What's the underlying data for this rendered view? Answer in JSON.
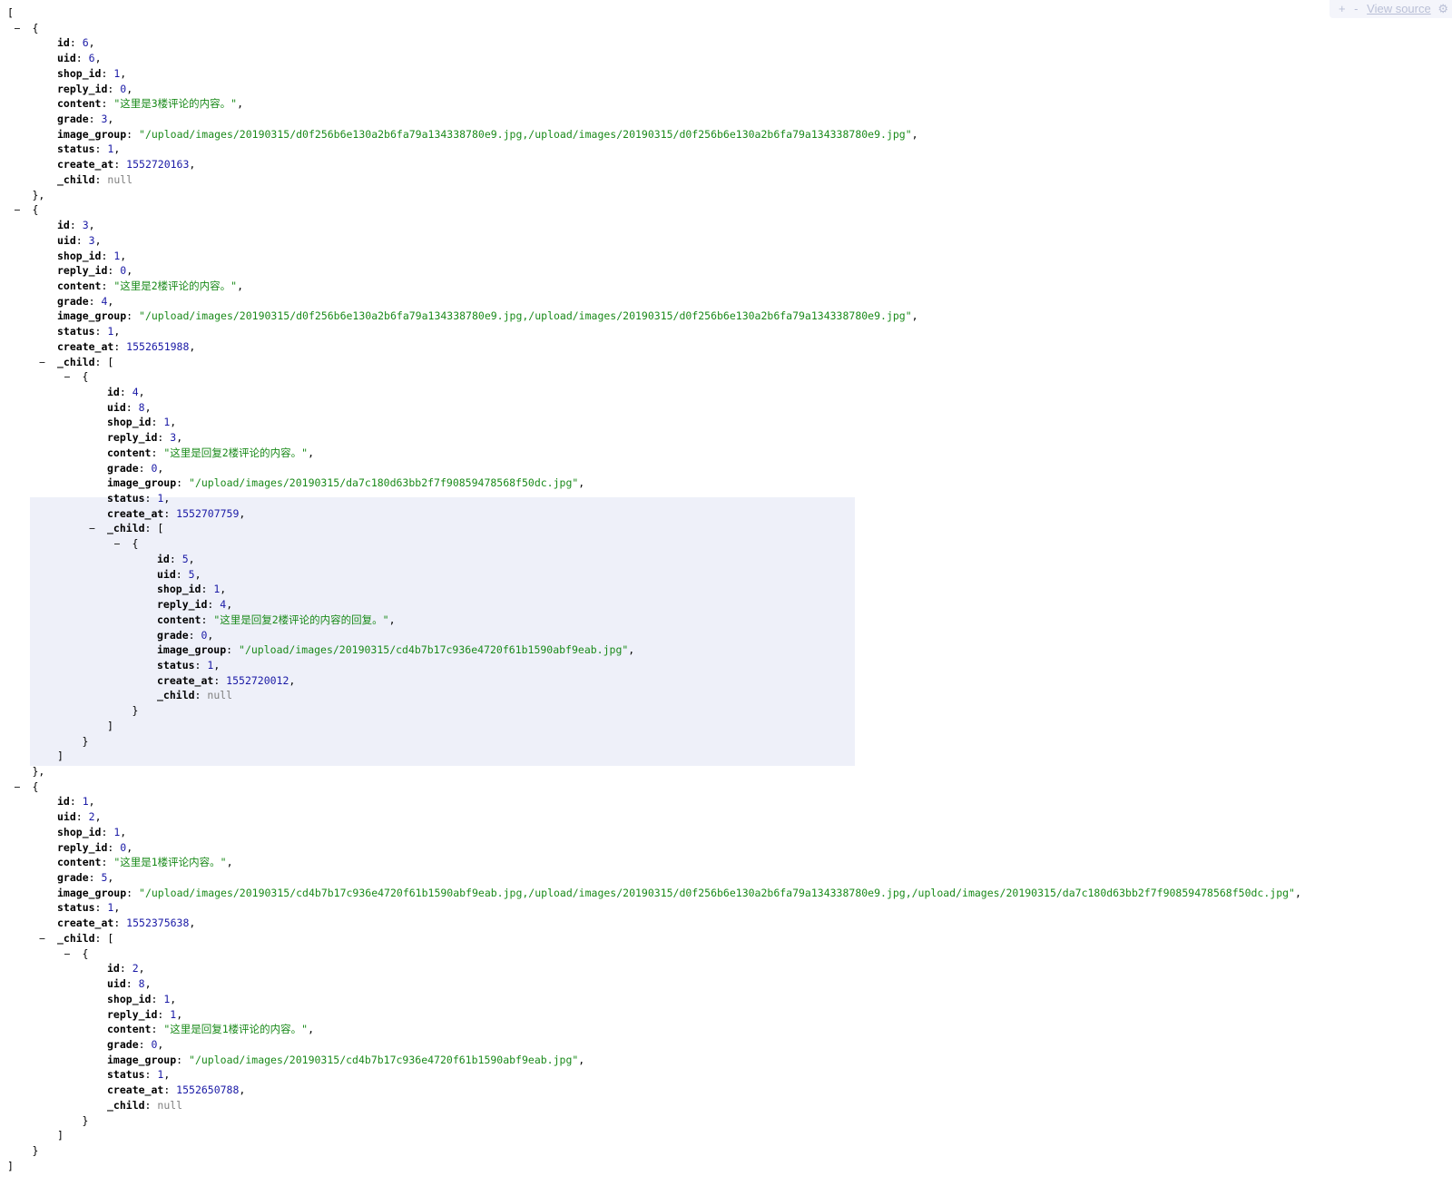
{
  "toolbar": {
    "expand_label": "+",
    "collapse_label": "-",
    "view_source_label": "View source",
    "settings_icon": "gear-icon"
  },
  "colors": {
    "key": "#000000",
    "number": "#1a1aa6",
    "string": "#1a8a1a",
    "null": "#808080",
    "highlight": "#eef0f9",
    "toolbar_text": "#b9bfd6"
  },
  "json_tree": [
    {
      "id": 6,
      "uid": 6,
      "shop_id": 1,
      "reply_id": 0,
      "content": "这里是3楼评论的内容。",
      "grade": 3,
      "image_group": "/upload/images/20190315/d0f256b6e130a2b6fa79a134338780e9.jpg,/upload/images/20190315/d0f256b6e130a2b6fa79a134338780e9.jpg",
      "status": 1,
      "create_at": 1552720163,
      "_child": null
    },
    {
      "id": 3,
      "uid": 3,
      "shop_id": 1,
      "reply_id": 0,
      "content": "这里是2楼评论的内容。",
      "grade": 4,
      "image_group": "/upload/images/20190315/d0f256b6e130a2b6fa79a134338780e9.jpg,/upload/images/20190315/d0f256b6e130a2b6fa79a134338780e9.jpg",
      "status": 1,
      "create_at": 1552651988,
      "_child": [
        {
          "id": 4,
          "uid": 8,
          "shop_id": 1,
          "reply_id": 3,
          "content": "这里是回复2楼评论的内容。",
          "grade": 0,
          "image_group": "/upload/images/20190315/da7c180d63bb2f7f90859478568f50dc.jpg",
          "status": 1,
          "create_at": 1552707759,
          "_child": [
            {
              "id": 5,
              "uid": 5,
              "shop_id": 1,
              "reply_id": 4,
              "content": "这里是回复2楼评论的内容的回复。",
              "grade": 0,
              "image_group": "/upload/images/20190315/cd4b7b17c936e4720f61b1590abf9eab.jpg",
              "status": 1,
              "create_at": 1552720012,
              "_child": null
            }
          ]
        }
      ]
    },
    {
      "id": 1,
      "uid": 2,
      "shop_id": 1,
      "reply_id": 0,
      "content": "这里是1楼评论内容。",
      "grade": 5,
      "image_group": "/upload/images/20190315/cd4b7b17c936e4720f61b1590abf9eab.jpg,/upload/images/20190315/d0f256b6e130a2b6fa79a134338780e9.jpg,/upload/images/20190315/da7c180d63bb2f7f90859478568f50dc.jpg",
      "status": 1,
      "create_at": 1552375638,
      "_child": [
        {
          "id": 2,
          "uid": 8,
          "shop_id": 1,
          "reply_id": 1,
          "content": "这里是回复1楼评论的内容。",
          "grade": 0,
          "image_group": "/upload/images/20190315/cd4b7b17c936e4720f61b1590abf9eab.jpg",
          "status": 1,
          "create_at": 1552650788,
          "_child": null
        }
      ]
    }
  ]
}
